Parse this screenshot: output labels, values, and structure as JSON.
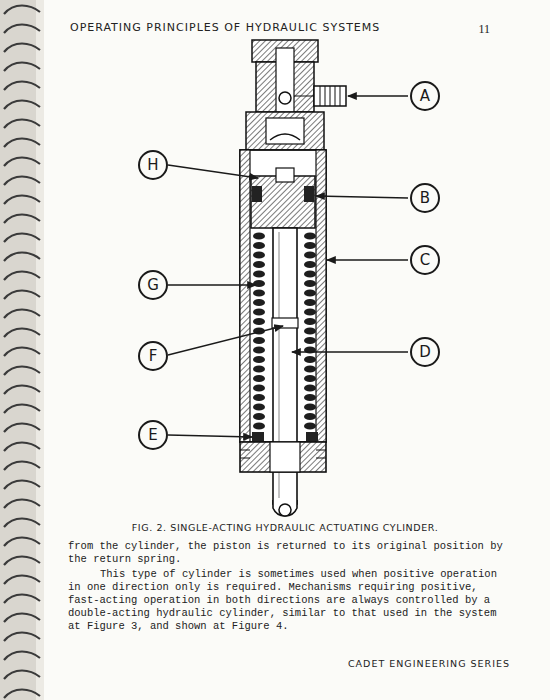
{
  "diagram": {
    "caption": "FIG. 2. SINGLE-ACTING HYDRAULIC ACTUATING CYLINDER.",
    "nodes": [
      {
        "text": [
          "A"
        ]
      },
      {
        "text": [
          "H"
        ]
      },
      {
        "text": [
          "B"
        ]
      },
      {
        "text": [
          "C"
        ]
      },
      {
        "text": [
          "G"
        ]
      },
      {
        "text": [
          "F"
        ]
      },
      {
        "text": [
          "D"
        ]
      },
      {
        "text": [
          "E"
        ]
      }
    ],
    "labels": [
      "OPERATING PRINCIPLES OF HYDRAULIC SYSTEMS",
      "11",
      "from the cylinder, the piston is returned to its original position by the return spring.",
      "This type of cylinder is sometimes used when positive operation in one direction only is required. Mechanisms requiring positive, fast-acting operation in both directions are always controlled by a double-acting hydraulic cylinder, similar to that used in the system at Figure 3, and shown at Figure 4.",
      "CADET ENGINEERING SERIES"
    ]
  }
}
